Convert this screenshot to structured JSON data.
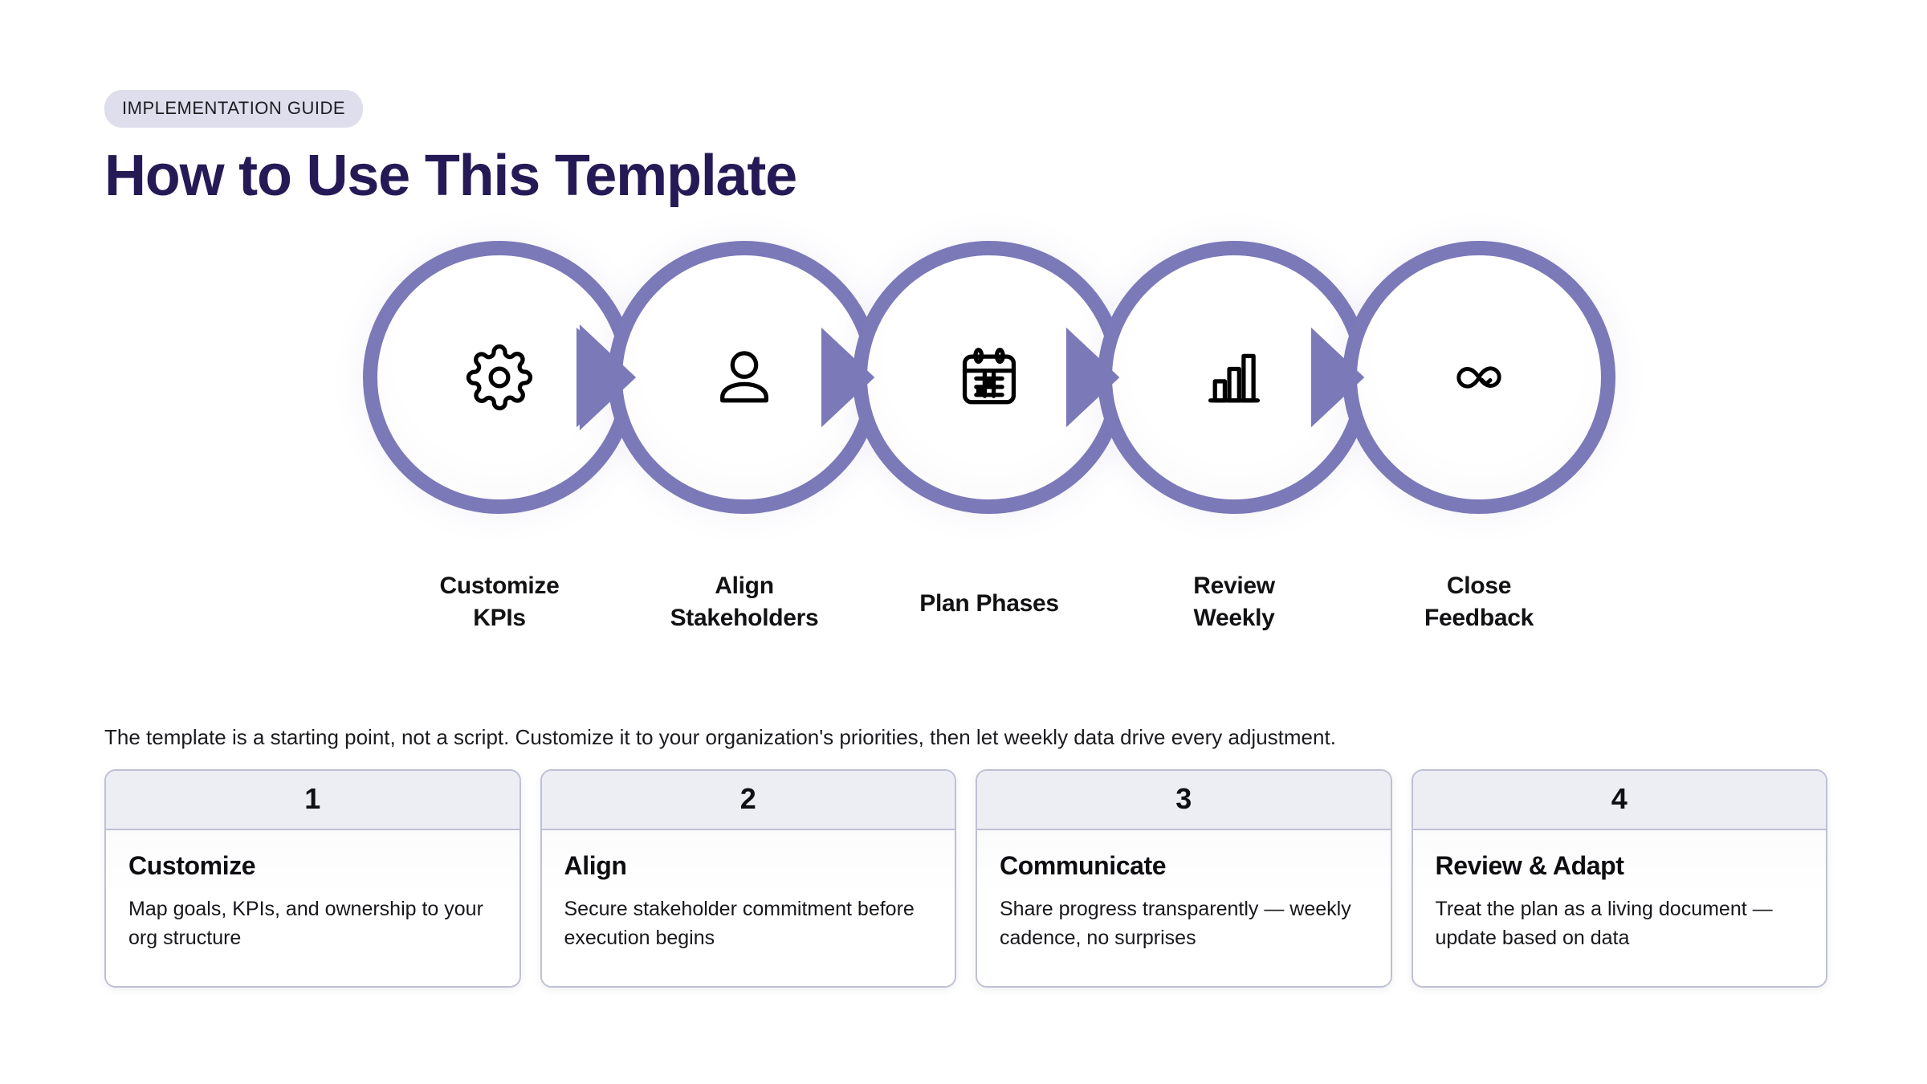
{
  "header": {
    "eyebrow": "IMPLEMENTATION GUIDE",
    "title": "How to Use This Template"
  },
  "colors": {
    "ring": "#7b79b8",
    "title": "#261a56",
    "badge_bg": "#dedeec",
    "card_border": "#bec0d4",
    "card_head_bg": "#edeef4",
    "page_bg": "#ffffff"
  },
  "chain": {
    "steps": [
      {
        "icon": "gear-icon",
        "label_line1": "Customize",
        "label_line2": "KPIs"
      },
      {
        "icon": "person-icon",
        "label_line1": "Align",
        "label_line2": "Stakeholders"
      },
      {
        "icon": "calendar-icon",
        "label_line1": "Plan Phases",
        "label_line2": ""
      },
      {
        "icon": "bar-chart-icon",
        "label_line1": "Review",
        "label_line2": "Weekly"
      },
      {
        "icon": "infinity-loop-icon",
        "label_line1": "Close",
        "label_line2": "Feedback"
      }
    ],
    "connector_icon": "chevron-right-icon"
  },
  "lead": "The template is a starting point, not a script. Customize it to your organization's priorities, then let weekly data drive every adjustment.",
  "cards": [
    {
      "number": "1",
      "title": "Customize",
      "description": "Map goals, KPIs, and ownership to your org structure"
    },
    {
      "number": "2",
      "title": "Align",
      "description": "Secure stakeholder commitment before execution begins"
    },
    {
      "number": "3",
      "title": "Communicate",
      "description": "Share progress transparently — weekly cadence, no surprises"
    },
    {
      "number": "4",
      "title": "Review & Adapt",
      "description": "Treat the plan as a living document — update based on data"
    }
  ]
}
